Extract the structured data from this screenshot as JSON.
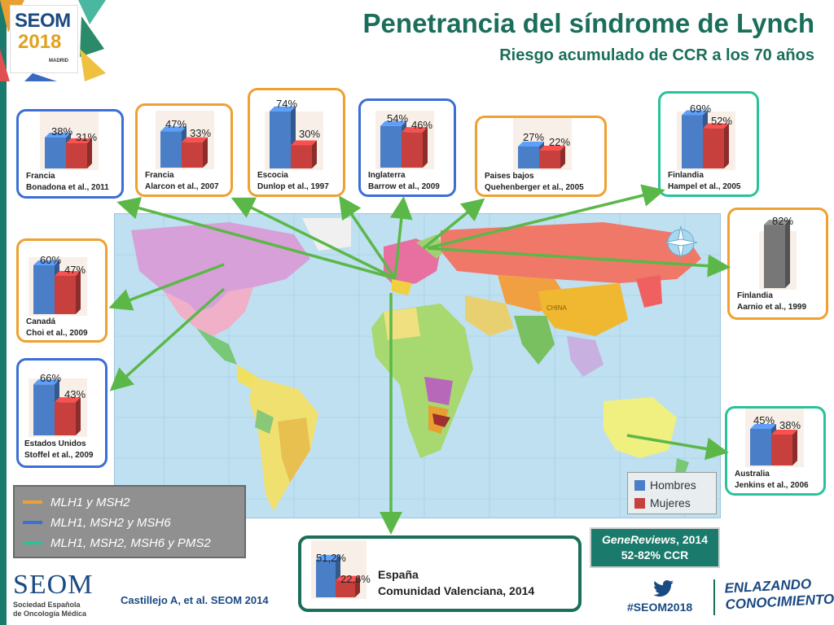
{
  "slide": {
    "title": "Penetrancia del síndrome de Lynch",
    "subtitle": "Riesgo acumulado de CCR a los 70 años"
  },
  "logo": {
    "line1": "SEOM",
    "line2": "2018",
    "city": "MADRID"
  },
  "colors": {
    "orange": "#f0a030",
    "blue": "#3b6fd6",
    "teal": "#29c29a",
    "men": "#4a7fc8",
    "women": "#c8403e",
    "arrow": "#5bb848",
    "gray_bar": "#777777"
  },
  "chart_data": {
    "type": "bar",
    "series_names": [
      "Hombres",
      "Mujeres"
    ],
    "studies": [
      {
        "id": "francia-bonadona",
        "country": "Francia",
        "study": "Bonadona et al., 2011",
        "genes": "MLH1, MSH2 y MSH6",
        "values": [
          38,
          31
        ],
        "labels": [
          "38%",
          "31%"
        ]
      },
      {
        "id": "francia-alarcon",
        "country": "Francia",
        "study": "Alarcon et al., 2007",
        "genes": "MLH1 y MSH2",
        "values": [
          47,
          33
        ],
        "labels": [
          "47%",
          "33%"
        ]
      },
      {
        "id": "escocia-dunlop",
        "country": "Escocia",
        "study": "Dunlop et al., 1997",
        "genes": "MLH1 y MSH2",
        "values": [
          74,
          30
        ],
        "labels": [
          "74%",
          "30%"
        ]
      },
      {
        "id": "inglaterra-barrow",
        "country": "Inglaterra",
        "study": "Barrow et al., 2009",
        "genes": "MLH1, MSH2 y MSH6",
        "values": [
          54,
          46
        ],
        "labels": [
          "54%",
          "46%"
        ]
      },
      {
        "id": "paises-bajos-quehenberger",
        "country": "Paises bajos",
        "study": "Quehenberger et al., 2005",
        "genes": "MLH1 y MSH2",
        "values": [
          27,
          22
        ],
        "labels": [
          "27%",
          "22%"
        ]
      },
      {
        "id": "finlandia-hampel",
        "country": "Finlandia",
        "study": "Hampel et al., 2005",
        "genes": "MLH1, MSH2, MSH6 y PMS2",
        "values": [
          69,
          52
        ],
        "labels": [
          "69%",
          "52%"
        ]
      },
      {
        "id": "finlandia-aarnio",
        "country": "Finlandia",
        "study": "Aarnio et al., 1999",
        "genes": "MLH1 y MSH2",
        "values": [
          82
        ],
        "labels": [
          "82%"
        ]
      },
      {
        "id": "canada-choi",
        "country": "Canadá",
        "study": "Choi et al., 2009",
        "genes": "MLH1 y MSH2",
        "values": [
          60,
          47
        ],
        "labels": [
          "60%",
          "47%"
        ]
      },
      {
        "id": "eeuu-stoffel",
        "country": "Estados Unidos",
        "study": "Stoffel et al., 2009",
        "genes": "MLH1, MSH2 y MSH6",
        "values": [
          66,
          43
        ],
        "labels": [
          "66%",
          "43%"
        ]
      },
      {
        "id": "australia-jenkins",
        "country": "Australia",
        "study": "Jenkins et al., 2006",
        "genes": "MLH1, MSH2, MSH6 y PMS2",
        "values": [
          45,
          38
        ],
        "labels": [
          "45%",
          "38%"
        ]
      },
      {
        "id": "espana-cv",
        "country": "España",
        "study": "Comunidad Valenciana, 2014",
        "genes": "MLH1, MSH2, MSH6 y PMS2",
        "values": [
          51.2,
          22.6
        ],
        "labels": [
          "51,2%",
          "22,6%"
        ]
      }
    ]
  },
  "legend_genes": [
    {
      "label": "MLH1 y MSH2",
      "color": "#f0a030"
    },
    {
      "label": "MLH1, MSH2 y MSH6",
      "color": "#3b6fd6"
    },
    {
      "label": "MLH1, MSH2, MSH6 y PMS2",
      "color": "#29c29a"
    }
  ],
  "legend_sex": [
    {
      "label": "Hombres",
      "color": "#4a7fc8"
    },
    {
      "label": "Mujeres",
      "color": "#c8403e"
    }
  ],
  "map_labels": {
    "china": "CHINA"
  },
  "genereviews": {
    "source": "GeneReviews",
    "year": ", 2014",
    "range": "52-82% CCR"
  },
  "footer": {
    "seom": "SEOM",
    "society_line1": "Sociedad Española",
    "society_line2": "de Oncología Médica",
    "citation": "Castillejo A, et al. SEOM 2014",
    "hashtag": "#SEOM2018",
    "slogan_line1": "ENLAZANDO",
    "slogan_line2": "CONOCIMIENTO"
  }
}
